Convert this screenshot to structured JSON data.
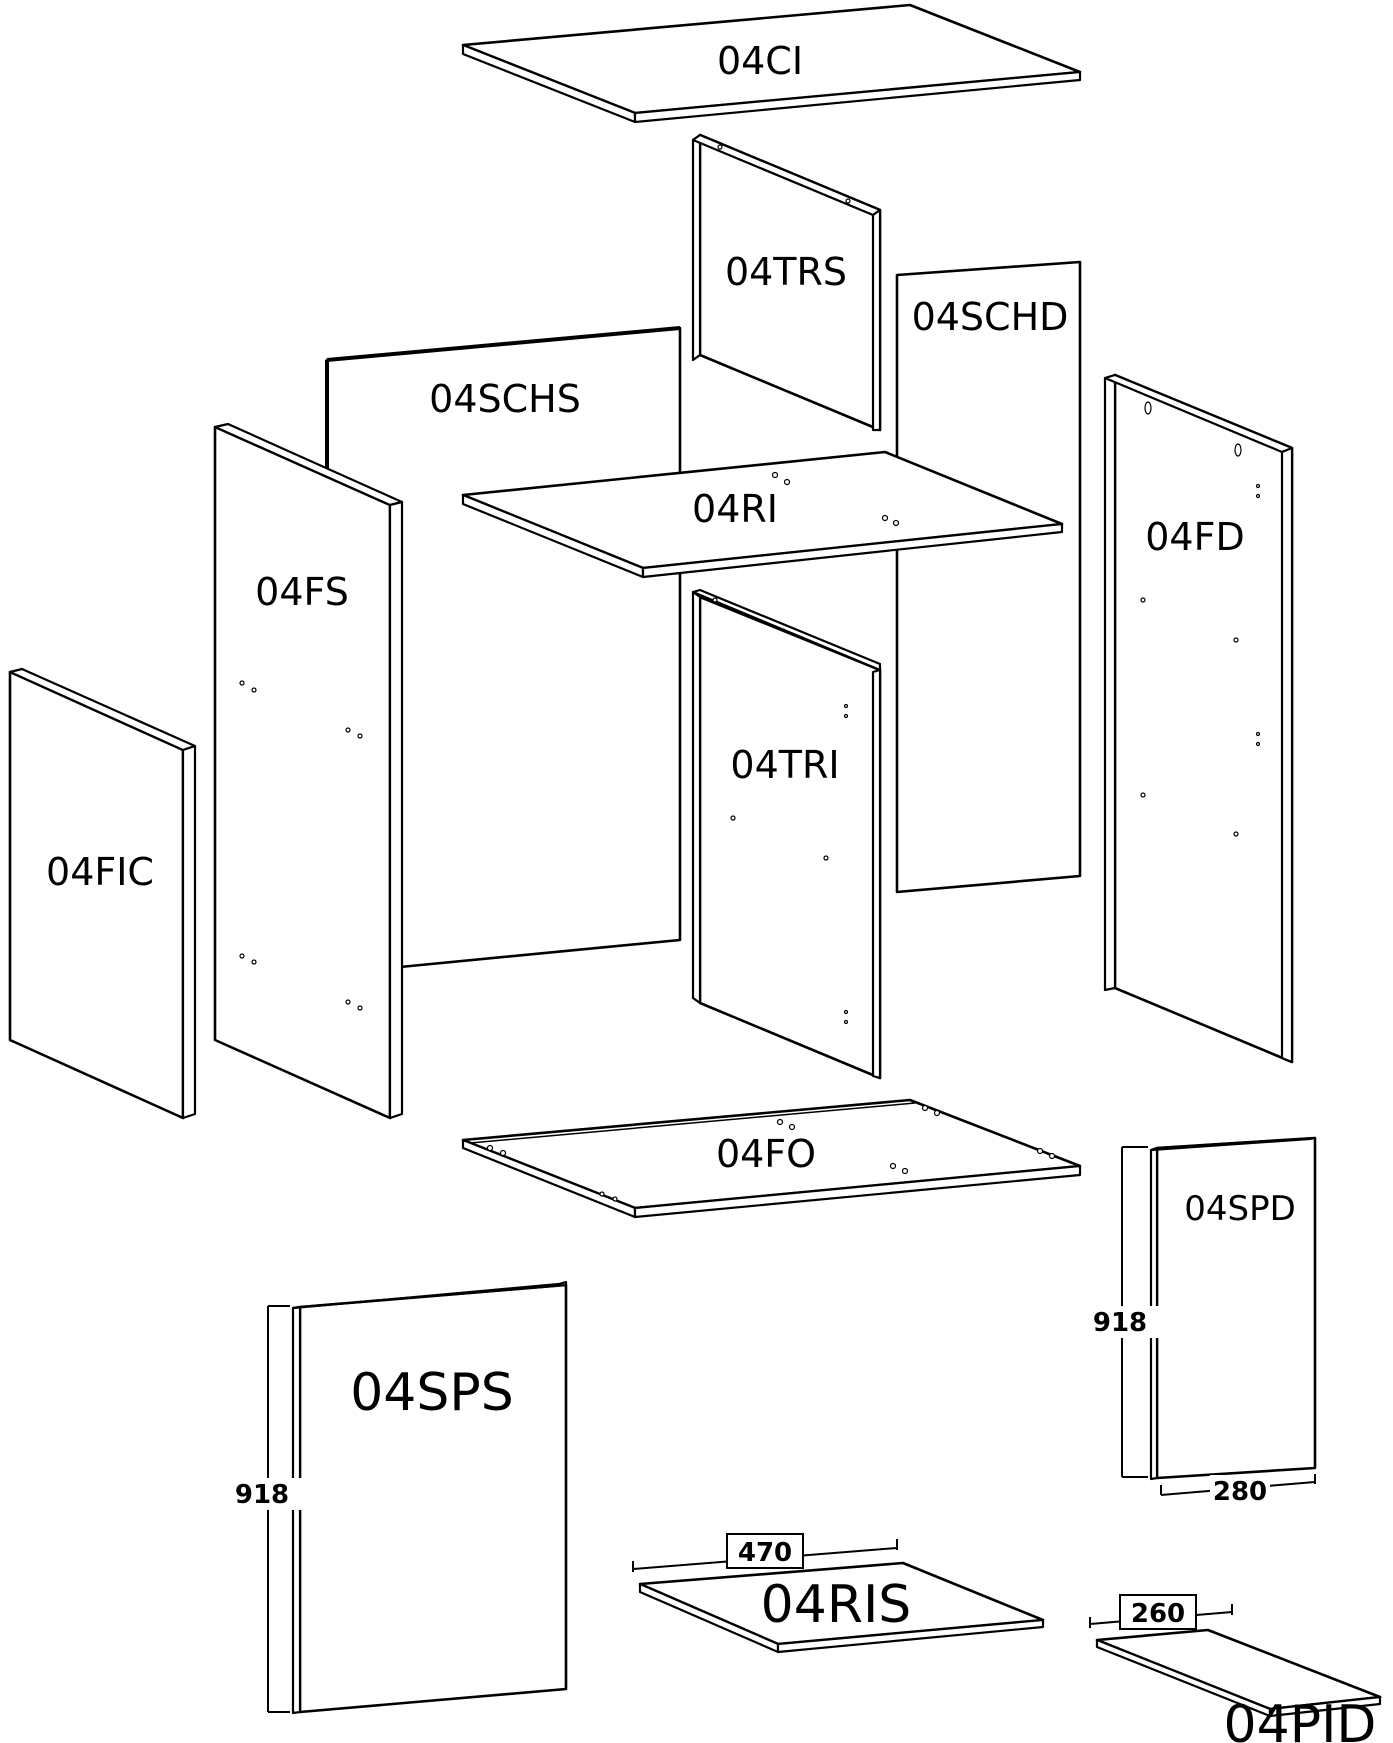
{
  "parts": {
    "cover_top": "04CI",
    "back_top": "04TRS",
    "side_back_right": "04SCHD",
    "side_back_left": "04SCHS",
    "shelf_middle": "04RI",
    "side_right": "04FD",
    "side_left": "04FS",
    "back_bottom": "04TRI",
    "front_inner_left": "04FIC",
    "bottom": "04FO",
    "door_right": "04SPD",
    "door_left": "04SPS",
    "shelf_small": "04RIS",
    "shelf_tiny": "04PID"
  },
  "dimensions": {
    "door_left_height": "918",
    "door_right_height": "918",
    "door_right_width": "280",
    "shelf_small_width": "470",
    "shelf_tiny_width": "260"
  }
}
